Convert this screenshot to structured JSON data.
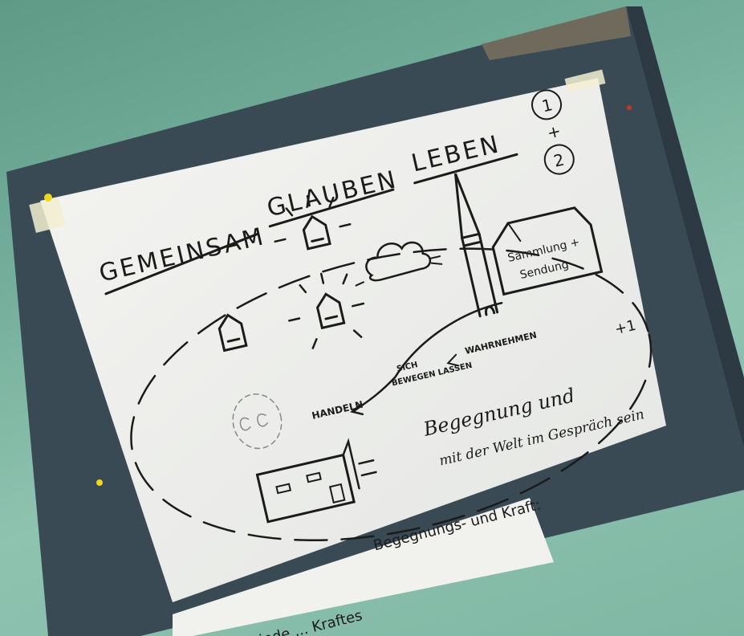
{
  "poster": {
    "title_words": [
      "GEMEINSAM",
      "GLAUBEN",
      "LEBEN"
    ],
    "corner_marks": [
      "1",
      "+",
      "2"
    ],
    "church_sign": [
      "Sammlung +",
      "Sendung"
    ],
    "arc_labels": {
      "wahrnehmen": "WAHRNEHMEN",
      "sich": "SICH",
      "bewegen_lassen": "BEWEGEN LASSEN",
      "handeln": "HANDELN"
    },
    "encounter_text": [
      "Begegnung und",
      "mit der Welt im Gespräch sein"
    ],
    "margin_mark": "+1"
  },
  "note_card": {
    "line1": "Begegnungs- und Kraft:",
    "line2": "Gemeinde ... Kraftes"
  }
}
